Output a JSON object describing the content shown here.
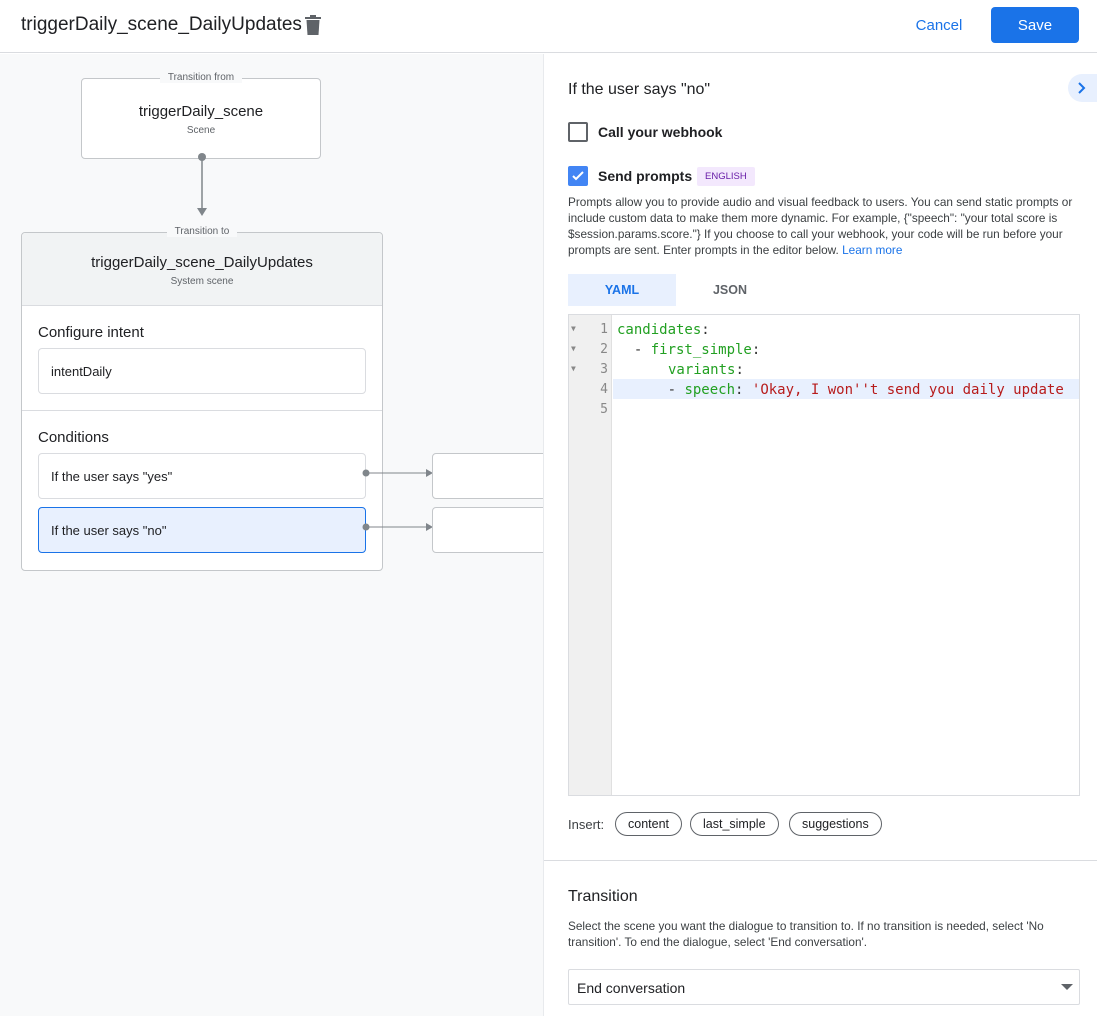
{
  "header": {
    "title": "triggerDaily_scene_DailyUpdates",
    "cancel": "Cancel",
    "save": "Save"
  },
  "canvas": {
    "from": {
      "legend": "Transition from",
      "name": "triggerDaily_scene",
      "type": "Scene"
    },
    "to": {
      "legend": "Transition to",
      "name": "triggerDaily_scene_DailyUpdates",
      "type": "System scene",
      "intent_label": "Configure intent",
      "intent": "intentDaily",
      "conditions_label": "Conditions",
      "conditions": [
        "If the user says \"yes\"",
        "If the user says \"no\""
      ]
    }
  },
  "panel": {
    "heading": "If the user says \"no\"",
    "webhook": {
      "label": "Call your webhook",
      "checked": false
    },
    "prompts": {
      "label": "Send prompts",
      "checked": true,
      "badge": "ENGLISH",
      "description": "Prompts allow you to provide audio and visual feedback to users. You can send static prompts or include custom data to make them more dynamic. For example, {\"speech\": \"your total score is $session.params.score.\"} If you choose to call your webhook, your code will be run before your prompts are sent. Enter prompts in the editor below.",
      "learn_more": "Learn more"
    },
    "tabs": [
      "YAML",
      "JSON"
    ],
    "active_tab": "YAML",
    "code": {
      "line_numbers": [
        "1",
        "2",
        "3",
        "4",
        "5"
      ],
      "l1k": "candidates",
      "l2d": "  - ",
      "l2k": "first_simple",
      "l3k": "variants",
      "l4d": "      - ",
      "l4k": "speech",
      "l4v": "'Okay, I won''t send you daily update",
      "colon": ":"
    },
    "insert": {
      "label": "Insert:",
      "chips": [
        "content",
        "last_simple",
        "suggestions"
      ]
    },
    "transition": {
      "heading": "Transition",
      "description": "Select the scene you want the dialogue to transition to. If no transition is needed, select 'No transition'. To end the dialogue, select 'End conversation'.",
      "selected": "End conversation"
    }
  },
  "colors": {
    "accent": "#1a73e8",
    "selected_condition": "#e8f0fe",
    "badge_bg": "#f3e8fd",
    "badge_text": "#681da8"
  }
}
